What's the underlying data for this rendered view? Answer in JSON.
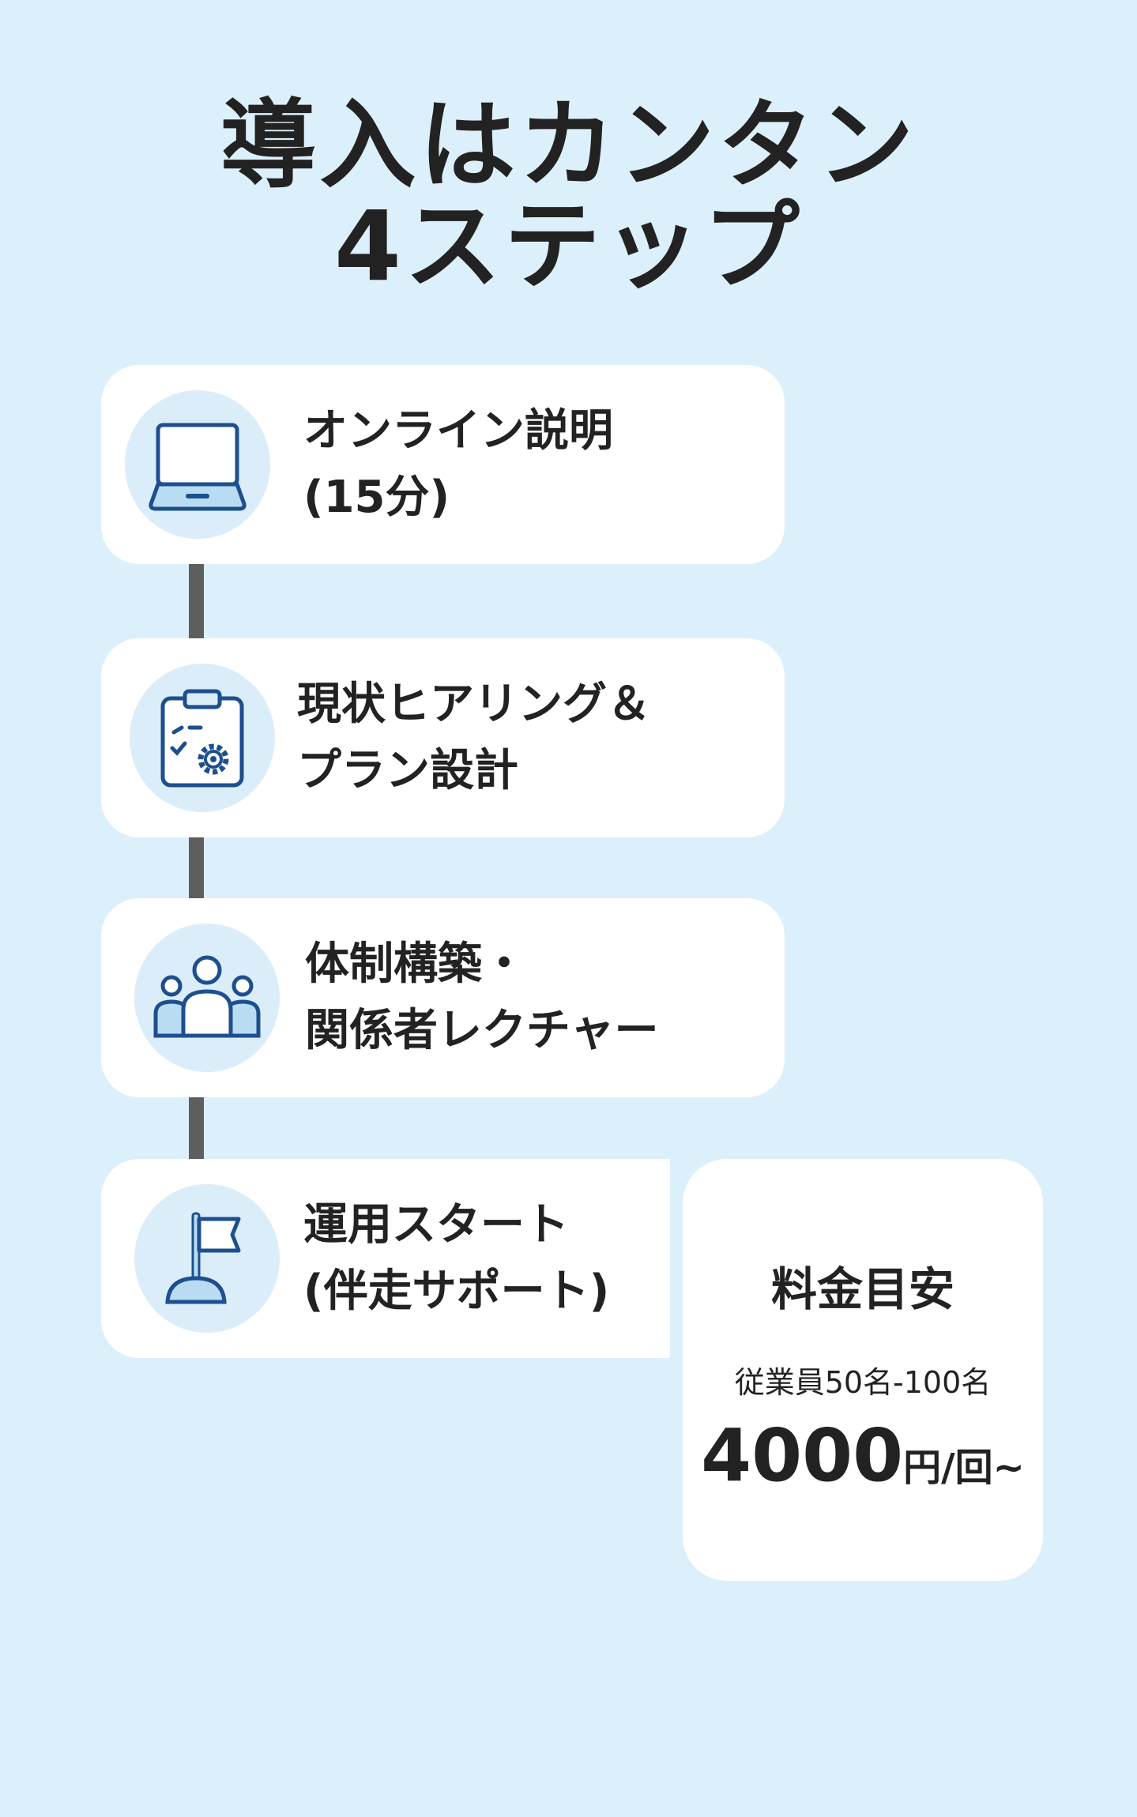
{
  "title": {
    "line1": "導入はカンタン",
    "line2": "4ステップ"
  },
  "steps": [
    {
      "icon": "laptop-icon",
      "line1": "オンライン説明",
      "line2": "(15分)"
    },
    {
      "icon": "clipboard-gear-icon",
      "line1": "現状ヒアリング＆",
      "line2": "プラン設計"
    },
    {
      "icon": "team-icon",
      "line1": "体制構築・",
      "line2": "関係者レクチャー"
    },
    {
      "icon": "flag-icon",
      "line1": "運用スタート",
      "line2": "(伴走サポート)"
    }
  ],
  "pricing": {
    "title": "料金目安",
    "condition": "従業員50名-100名",
    "amount": "4000",
    "unit": "円/回~"
  },
  "colors": {
    "background": "#dcf0fb",
    "icon": "#1d4f8f",
    "icon_fill": "#b9dcf3",
    "connector": "#5e5e5e"
  }
}
